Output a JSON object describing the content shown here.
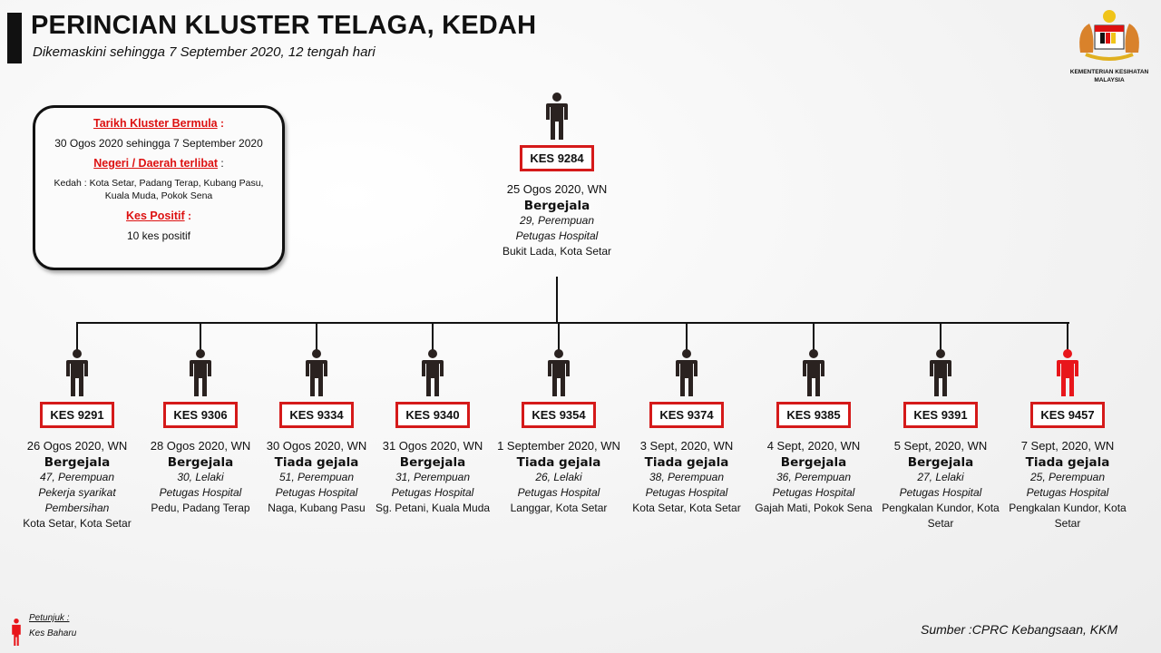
{
  "header": {
    "title": "PERINCIAN KLUSTER TELAGA, KEDAH",
    "subtitle": "Dikemaskini sehingga 7 September 2020, 12 tengah hari"
  },
  "logo": {
    "line1": "KEMENTERIAN KESIHATAN",
    "line2": "MALAYSIA"
  },
  "info": {
    "start_label": "Tarikh Kluster Bermula",
    "start_value": "30 Ogos 2020 sehingga 7 September 2020",
    "area_label": "Negeri / Daerah terlibat",
    "area_value": "Kedah : Kota Setar, Padang Terap, Kubang Pasu, Kuala Muda, Pokok Sena",
    "positive_label": "Kes Positif",
    "positive_value": "10 kes positif",
    "colon": ":"
  },
  "colors": {
    "accent": "#d51a1a",
    "existing_case": "#2a2220",
    "new_case": "#e8161b"
  },
  "index_case": {
    "id": "KES 9284",
    "date": "25 Ogos 2020, WN",
    "status": "Bergejala",
    "age": "29, Perempuan",
    "occupation": "Petugas Hospital",
    "location": "Bukit Lada, Kota Setar",
    "new": false
  },
  "cases": [
    {
      "id": "KES 9291",
      "date": "26 Ogos 2020, WN",
      "status": "Bergejala",
      "age": "47, Perempuan",
      "occupation": "Pekerja syarikat Pembersihan",
      "location": "Kota Setar, Kota Setar",
      "new": false
    },
    {
      "id": "KES 9306",
      "date": "28 Ogos 2020, WN",
      "status": "Bergejala",
      "age": "30, Lelaki",
      "occupation": "Petugas Hospital",
      "location": "Pedu, Padang Terap",
      "new": false
    },
    {
      "id": "KES 9334",
      "date": "30 Ogos 2020, WN",
      "status": "Tiada gejala",
      "age": "51, Perempuan",
      "occupation": "Petugas Hospital",
      "location": "Naga, Kubang Pasu",
      "new": false
    },
    {
      "id": "KES 9340",
      "date": "31 Ogos 2020, WN",
      "status": "Bergejala",
      "age": "31, Perempuan",
      "occupation": "Petugas Hospital",
      "location": "Sg. Petani, Kuala Muda",
      "new": false
    },
    {
      "id": "KES 9354",
      "date": "1 September 2020, WN",
      "status": "Tiada gejala",
      "age": "26, Lelaki",
      "occupation": "Petugas Hospital",
      "location": "Langgar, Kota Setar",
      "new": false
    },
    {
      "id": "KES 9374",
      "date": "3 Sept, 2020, WN",
      "status": "Tiada gejala",
      "age": "38, Perempuan",
      "occupation": "Petugas Hospital",
      "location": "Kota Setar, Kota Setar",
      "new": false
    },
    {
      "id": "KES 9385",
      "date": "4 Sept, 2020, WN",
      "status": "Bergejala",
      "age": "36, Perempuan",
      "occupation": "Petugas Hospital",
      "location": "Gajah Mati, Pokok Sena",
      "new": false
    },
    {
      "id": "KES 9391",
      "date": "5 Sept, 2020, WN",
      "status": "Bergejala",
      "age": "27, Lelaki",
      "occupation": "Petugas Hospital",
      "location": "Pengkalan Kundor, Kota Setar",
      "new": false
    },
    {
      "id": "KES 9457",
      "date": "7 Sept, 2020, WN",
      "status": "Tiada gejala",
      "age": "25, Perempuan",
      "occupation": "Petugas Hospital",
      "location": "Pengkalan Kundor, Kota Setar",
      "new": true
    }
  ],
  "legend": {
    "title": "Petunjuk :",
    "new_case": "Kes Baharu"
  },
  "source": "Sumber :CPRC Kebangsaan,  KKM"
}
